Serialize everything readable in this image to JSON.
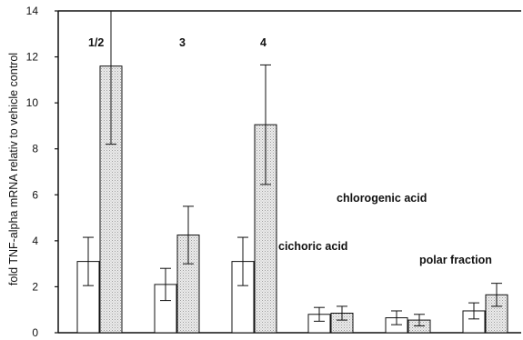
{
  "chart_data": {
    "type": "bar",
    "ylabel": "fold TNF-alpha mRNA relativ to vehicle control",
    "ylim": [
      0,
      14
    ],
    "yticks": [
      0,
      2,
      4,
      6,
      8,
      10,
      12,
      14
    ],
    "ytick_labels": [
      "0",
      "2",
      "4",
      "6",
      "8",
      "10",
      "12",
      "14"
    ],
    "grid": false,
    "legend": "none",
    "groups": [
      {
        "bars": [
          {
            "style": "white",
            "value": 3.1,
            "err": 1.05
          },
          {
            "style": "dotted",
            "value": 11.6,
            "err": 3.4
          }
        ]
      },
      {
        "bars": [
          {
            "style": "white",
            "value": 2.1,
            "err": 0.7
          },
          {
            "style": "dotted",
            "value": 4.25,
            "err": 1.25
          }
        ]
      },
      {
        "bars": [
          {
            "style": "white",
            "value": 3.1,
            "err": 1.05
          },
          {
            "style": "dotted",
            "value": 9.05,
            "err": 2.6
          }
        ]
      },
      {
        "bars": [
          {
            "style": "white",
            "value": 0.8,
            "err": 0.3
          },
          {
            "style": "dotted",
            "value": 0.85,
            "err": 0.3
          }
        ]
      },
      {
        "bars": [
          {
            "style": "white",
            "value": 0.65,
            "err": 0.3
          },
          {
            "style": "dotted",
            "value": 0.55,
            "err": 0.25
          }
        ]
      },
      {
        "bars": [
          {
            "style": "white",
            "value": 0.95,
            "err": 0.35
          },
          {
            "style": "dotted",
            "value": 1.65,
            "err": 0.5
          }
        ]
      }
    ],
    "annotations": [
      "1/2",
      "3",
      "4",
      "chlorogenic acid",
      "cichoric acid",
      "polar fraction"
    ],
    "colors": {
      "white_bar": "#ffffff",
      "dotted_bar": "#e4e4e4",
      "stroke": "#111111"
    }
  }
}
